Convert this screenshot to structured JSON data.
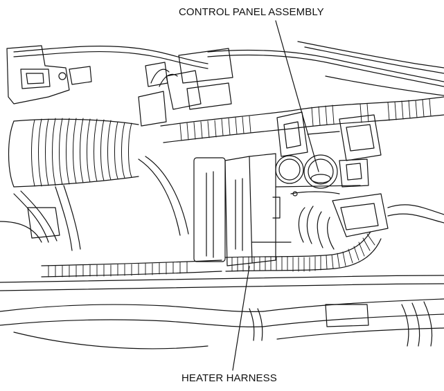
{
  "diagram": {
    "callouts": [
      {
        "id": "control-panel-assembly",
        "label": "CONTROL PANEL ASSEMBLY"
      },
      {
        "id": "heater-harness",
        "label": "HEATER HARNESS"
      }
    ],
    "colors": {
      "line": "#111111",
      "background": "#ffffff"
    }
  }
}
